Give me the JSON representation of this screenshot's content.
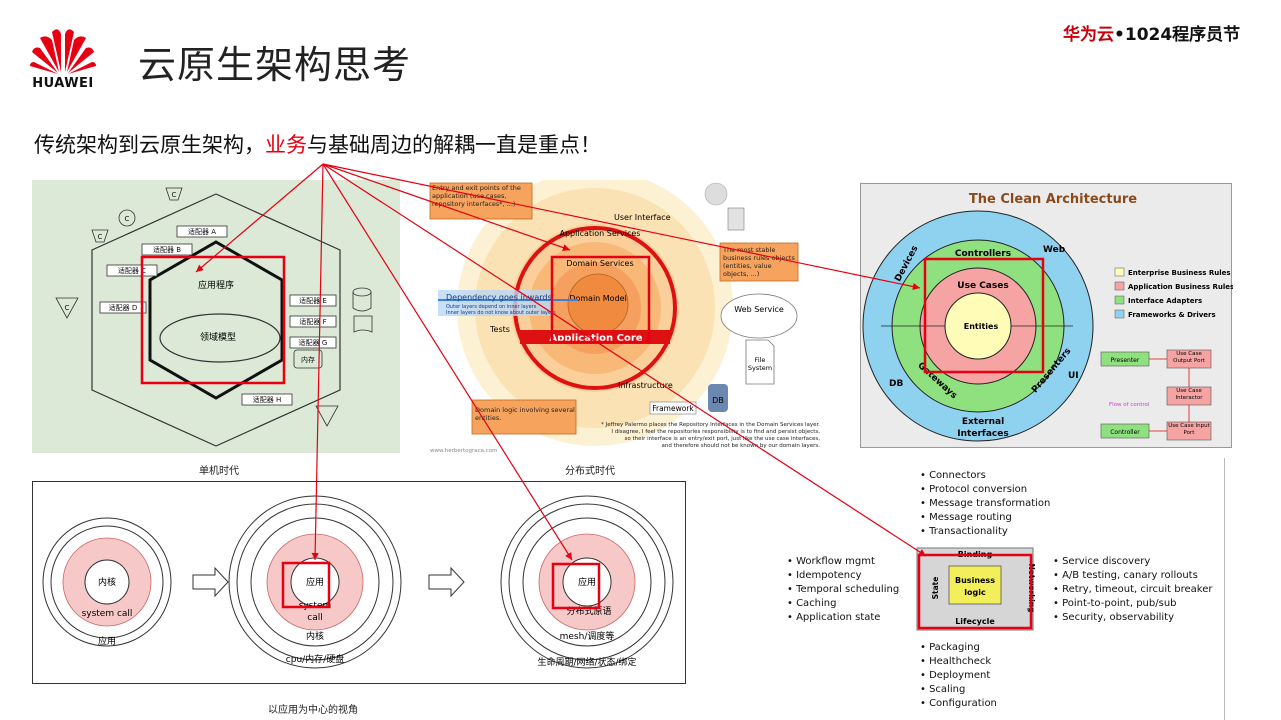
{
  "header": {
    "logo_text": "HUAWEI",
    "title": "云原生架构思考",
    "brand_red": "华为云",
    "brand_rest": "•1024程序员节"
  },
  "subtitle": {
    "before": "传统架构到云原生架构，",
    "highlight": "业务",
    "after": "与基础周边的解耦一直是重点！"
  },
  "hexagon": {
    "caption": "单机时代",
    "app": "应用程序",
    "domain": "领域模型",
    "adapters": [
      "适配器 A",
      "适配器 B",
      "适配器 C",
      "适配器 D",
      "适配器 E",
      "适配器 F",
      "适配器 G",
      "适配器 H"
    ],
    "c_label": "C",
    "memory": "内存"
  },
  "onion": {
    "caption": "分布式时代",
    "entry_note": "Entry and exit points of the application (use cases, repository interfaces*, ...)",
    "stable_note": "The most stable business rules objects (entities, value objects, ...)",
    "domain_logic_note": "Domain logic involving several entities.",
    "user_interface": "User Interface",
    "app_services": "Application Services",
    "domain_services": "Domain Services",
    "domain_model": "Domain Model",
    "app_core": "Application Core",
    "dependency": "Dependency goes inwards",
    "dependency_sub1": "Outer layers depend on inner layers",
    "dependency_sub2": "Inner layers do not know about outer layers",
    "tests": "Tests",
    "infrastructure": "Infrastructure",
    "framework": "Framework",
    "web_service": "Web Service",
    "file_system": "File System",
    "db": "DB",
    "footnote1": "* Jeffrey Palermo places the Repository Interfaces in the Domain Services layer.",
    "footnote2": "I disagree, I feel the repositories responsibility is to find and persist objects,",
    "footnote3": "so their interface is an entry/exit port, just like the use case interfaces,",
    "footnote4": "and therefore should not be known by our domain layers.",
    "credit": "www.herbertograca.com"
  },
  "clean": {
    "title": "The Clean Architecture",
    "devices": "Devices",
    "web": "Web",
    "controllers": "Controllers",
    "use_cases": "Use Cases",
    "entities": "Entities",
    "gateways": "Gateways",
    "presenters": "Presenters",
    "db": "DB",
    "ui": "UI",
    "external": "External",
    "interfaces": "Interfaces",
    "legend": [
      "Enterprise Business Rules",
      "Application Business Rules",
      "Interface Adapters",
      "Frameworks & Drivers"
    ],
    "presenter": "Presenter",
    "use_case_output": "Use Case Output Port",
    "use_case_interactor": "Use Case Interactor",
    "controller": "Controller",
    "use_case_input": "Use Case Input Port",
    "flow": "Flow of control",
    "colors": {
      "enterprise": "#fefcb6",
      "application": "#f5a3a3",
      "adapters": "#8fe07e",
      "frameworks": "#8fd2ef"
    }
  },
  "circles": {
    "caption": "以应用为中心的视角",
    "c1_core": "内核",
    "c1_mid": "system call",
    "c1_outer": "应用",
    "c2_core": "应用",
    "c2_mid1": "system",
    "c2_mid2": "call",
    "c2_ring": "内核",
    "c2_outer": "cpu/内存/硬盘",
    "c3_core": "应用",
    "c3_mid": "分布式原语",
    "c3_ring": "mesh/调度等",
    "c3_outer": "生命周期/网络/状态/绑定"
  },
  "dapr": {
    "top": [
      "Connectors",
      "Protocol conversion",
      "Message transformation",
      "Message routing",
      "Transactionality"
    ],
    "left": [
      "Workflow mgmt",
      "Idempotency",
      "Temporal scheduling",
      "Caching",
      "Application state"
    ],
    "right": [
      "Service discovery",
      "A/B testing, canary rollouts",
      "Retry, timeout, circuit breaker",
      "Point-to-point, pub/sub",
      "Security, observability"
    ],
    "bottom": [
      "Packaging",
      "Healthcheck",
      "Deployment",
      "Scaling",
      "Configuration"
    ],
    "binding": "Binding",
    "state": "State",
    "networking": "Networking",
    "lifecycle": "Lifecycle",
    "business1": "Business",
    "business2": "logic"
  }
}
